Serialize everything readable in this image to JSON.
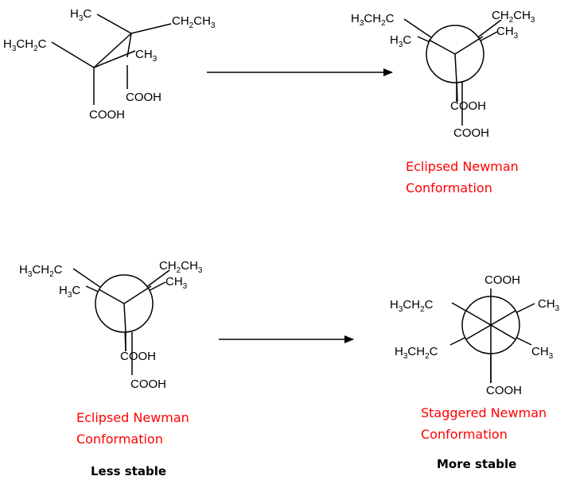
{
  "labels": {
    "h3c": [
      "H",
      "3",
      "C"
    ],
    "ch2ch3": [
      "CH",
      "2",
      "CH",
      "3"
    ],
    "h3ch2c": [
      "H",
      "3",
      "CH",
      "2",
      "C"
    ],
    "ch3": [
      "CH",
      "3"
    ],
    "cooh": "COOH"
  },
  "captions": {
    "eclipsed_line1": "Eclipsed Newman",
    "eclipsed_line2": "Conformation",
    "staggered_line1": "Staggered Newman",
    "staggered_line2": "Conformation",
    "less_stable": "Less stable",
    "more_stable": "More stable"
  },
  "colors": {
    "caption": "#ff0000",
    "ink": "#000000",
    "background": "#ffffff"
  }
}
